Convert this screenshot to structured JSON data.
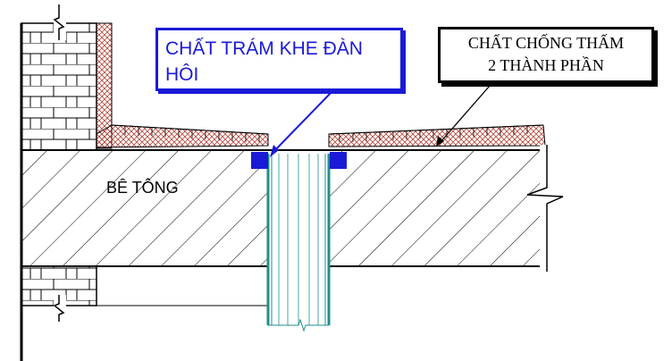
{
  "labels": {
    "sealant": {
      "line1": "CHẤT TRÁM KHE ĐÀN",
      "line2": "HÔI"
    },
    "waterproofing": {
      "line1": "CHẤT CHỐNG THẤM",
      "line2": "2 THÀNH PHẦN"
    },
    "concrete": "BÊ TÔNG"
  },
  "colors": {
    "sealant_accent": "#1a1ad6",
    "waterproof_membrane": "#b5463a",
    "pipe": "#1f8f8f",
    "hatch": "#000000"
  }
}
